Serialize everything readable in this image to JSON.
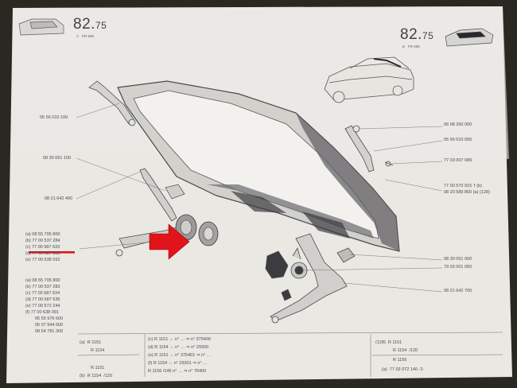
{
  "page_number_left": {
    "main": "82.",
    "minor": "75",
    "sub": "C",
    "ref": "PR 995"
  },
  "page_number_right": {
    "main": "82.",
    "minor": "75",
    "sub": "E",
    "ref": "PR 995"
  },
  "left_refs": [
    "05 56 010 100",
    "08 30 051 100",
    "08 21 642 400"
  ],
  "left_group_a": [
    {
      "prefix": "(a)",
      "code": "08 55 705 800"
    },
    {
      "prefix": "(b)",
      "code": "77 00 537 284"
    },
    {
      "prefix": "(c)",
      "code": "77 00 587 633"
    },
    {
      "prefix": "(d)",
      "code": "77 00 587 635"
    },
    {
      "prefix": "(e)",
      "code": "77 00 638 092"
    }
  ],
  "left_group_b": [
    {
      "prefix": "(a)",
      "code": "08 55 705 800"
    },
    {
      "prefix": "(b)",
      "code": "77 00 537 283"
    },
    {
      "prefix": "(c)",
      "code": "77 00 587 634"
    },
    {
      "prefix": "(d)",
      "code": "77 00 587 636"
    },
    {
      "prefix": "(e)",
      "code": "77 00 572 244"
    },
    {
      "prefix": "(f)",
      "code": "77 00 638 091"
    },
    {
      "prefix": "",
      "code": "05 55 976 600"
    },
    {
      "prefix": "",
      "code": "06 07 944 600"
    },
    {
      "prefix": "",
      "code": "08 54 781 300"
    }
  ],
  "right_refs": [
    "06 08 260 000",
    "05 56 010 000",
    "77 03 007 089",
    "77 00 570 915 † (b)",
    "08 20 589 800 (a) (128)",
    "08 30 051 000",
    "79 03 001 050",
    "08 21 642 700"
  ],
  "footnotes_left": [
    {
      "tag": "(a)",
      "model": "R 1151"
    },
    {
      "tag": "",
      "model": "R 1154"
    },
    {
      "tag": "",
      "model": "R 1151"
    },
    {
      "tag": "(b)",
      "model": "R 1154",
      "suffix": "/120"
    }
  ],
  "footnotes_mid": [
    {
      "tag": "(c)",
      "model": "R 1151",
      "from": "375400"
    },
    {
      "tag": "(d)",
      "model": "R 1154",
      "from": "29300"
    },
    {
      "tag": "(e)",
      "model": "R 1151",
      "num": "375401",
      "from": ""
    },
    {
      "tag": "(f)",
      "model": "R 1154",
      "num": "29301",
      "from": ""
    },
    {
      "tag": "",
      "model": "R 1156",
      "suffix": "/145",
      "from": "76400"
    }
  ],
  "footnotes_right": [
    {
      "tag": "(128)",
      "model": "R 1151"
    },
    {
      "tag": "",
      "model": "R 1154",
      "suffix": "/120"
    },
    {
      "tag": "",
      "model": "R 1156"
    },
    {
      "tag": "(a)",
      "model": "77 03 072 140 -2-"
    }
  ],
  "annotation": {
    "arrow_color": "#e0141a",
    "underline_color": "#e0141a"
  }
}
